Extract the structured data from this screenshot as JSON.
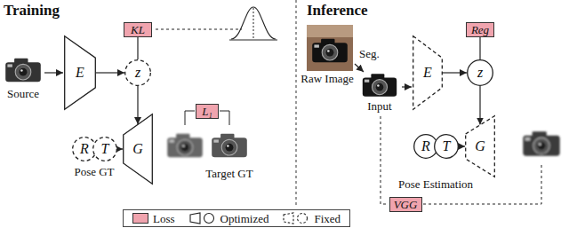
{
  "diagram": {
    "nodes": [
      {
        "text": [
          "KL"
        ]
      },
      {
        "text": [
          "E"
        ]
      },
      {
        "text": [
          "z"
        ]
      },
      {
        "text": [
          "R"
        ]
      },
      {
        "text": [
          "T"
        ]
      },
      {
        "text": [
          "G"
        ]
      },
      {
        "text": [
          "L₁"
        ]
      },
      {
        "text": [
          "Reg"
        ]
      },
      {
        "text": [
          "E"
        ]
      },
      {
        "text": [
          "z"
        ]
      },
      {
        "text": [
          "R"
        ]
      },
      {
        "text": [
          "T"
        ]
      },
      {
        "text": [
          "G"
        ]
      },
      {
        "text": [
          "VGG"
        ]
      }
    ],
    "edges": [
      {
        "from": 1,
        "to": 2,
        "arrow": "to"
      },
      {
        "from": 2,
        "to": 0,
        "arrow": "none"
      },
      {
        "from": 2,
        "to": 5,
        "arrow": "to"
      },
      {
        "from": 4,
        "to": 5,
        "arrow": "to"
      },
      {
        "from": 8,
        "to": 9,
        "arrow": "to"
      },
      {
        "from": 9,
        "to": 7,
        "arrow": "none"
      },
      {
        "from": 9,
        "to": 12,
        "arrow": "to"
      },
      {
        "from": 11,
        "to": 12,
        "arrow": "to"
      }
    ],
    "labels": [
      "Training",
      "Inference",
      "Source",
      "Pose GT",
      "Target GT",
      "Raw Image",
      "Seg.",
      "Input",
      "Pose Estimation"
    ],
    "legend": [
      {
        "text": "Loss",
        "color": "#f0a4ae"
      },
      {
        "text": "Optimized"
      },
      {
        "text": "Fixed"
      }
    ]
  }
}
